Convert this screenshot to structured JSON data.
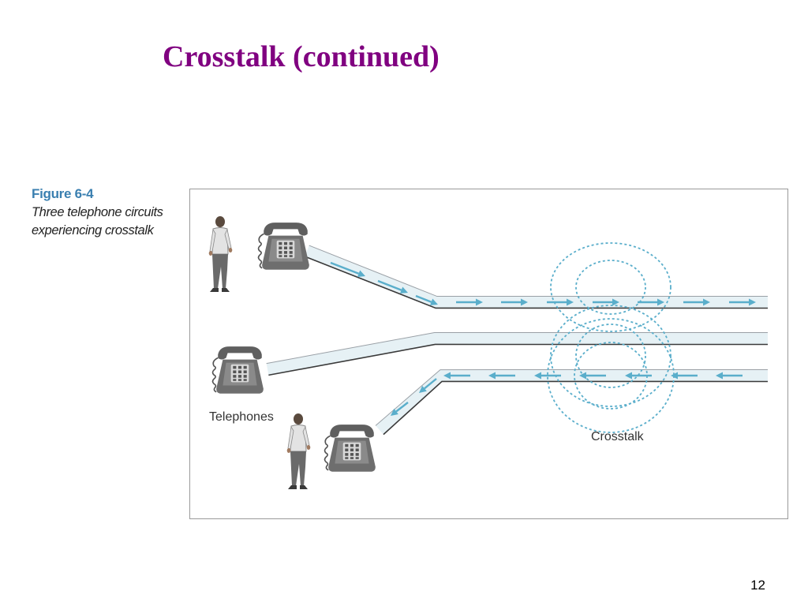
{
  "slide": {
    "title": "Crosstalk (continued)",
    "page_number": "12"
  },
  "figure": {
    "number": "Figure 6-4",
    "caption_line1": "Three telephone circuits",
    "caption_line2": "experiencing crosstalk",
    "label_telephones": "Telephones",
    "label_crosstalk": "Crosstalk",
    "colors": {
      "number_color": "#3a7fb0",
      "arrow": "#5aaecb",
      "line_fill": "#e6f1f5",
      "line_edge": "#9aa0a6",
      "phone_body": "#6e6e6e",
      "ring": "#5aaecb"
    }
  }
}
